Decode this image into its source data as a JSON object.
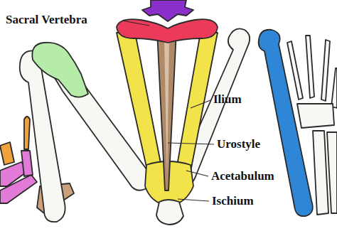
{
  "diagram": {
    "labels": [
      "Sacral Vertebra",
      "Ilium",
      "Urostyle",
      "Acetabulum",
      "Ischium"
    ]
  }
}
